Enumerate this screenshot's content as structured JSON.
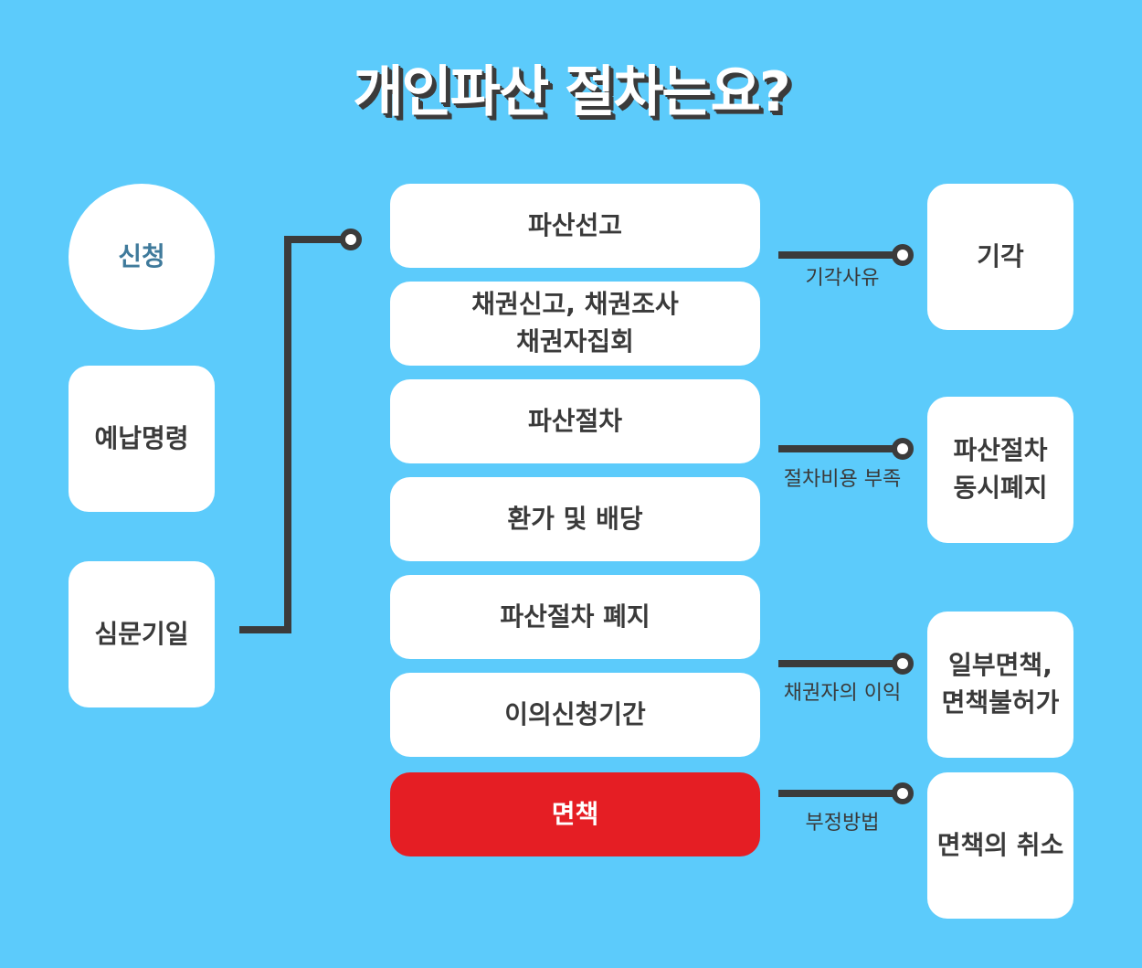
{
  "title": "개인파산 절차는요?",
  "colors": {
    "background": "#5ccbfb",
    "box": "#ffffff",
    "accent_red": "#e51e24",
    "connector": "#3b3b3b",
    "circle_text": "#3f7a9b"
  },
  "left_steps": [
    "신청",
    "예납명령",
    "심문기일"
  ],
  "main_steps": [
    "파산선고",
    "채권신고, 채권조사\n채권자집회",
    "파산절차",
    "환가 및 배당",
    "파산절차 폐지",
    "이의신청기간",
    "면책"
  ],
  "outcomes": [
    {
      "reason": "기각사유",
      "result": "기각"
    },
    {
      "reason": "절차비용 부족",
      "result": "파산절차\n동시폐지"
    },
    {
      "reason": "채권자의 이익",
      "result": "일부면책,\n면책불허가"
    },
    {
      "reason": "부정방법",
      "result": "면책의 취소"
    }
  ]
}
